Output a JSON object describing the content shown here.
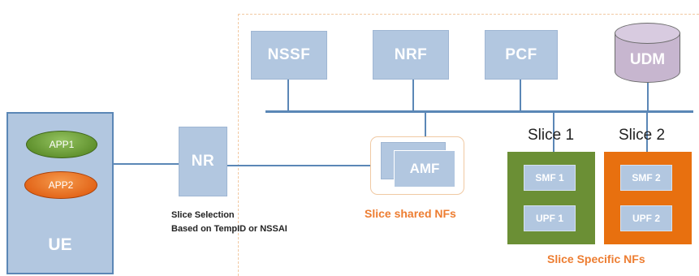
{
  "nfs": {
    "nssf": "NSSF",
    "nrf": "NRF",
    "pcf": "PCF",
    "udm": "UDM"
  },
  "ue": {
    "label": "UE",
    "app1": "APP1",
    "app2": "APP2"
  },
  "nr": {
    "label": "NR",
    "caption_line1": "Slice Selection",
    "caption_line2": "Based on TempID or NSSAI"
  },
  "amf": {
    "label": "AMF",
    "caption": "Slice shared NFs"
  },
  "slices": {
    "slice1": {
      "title": "Slice 1",
      "smf": "SMF 1",
      "upf": "UPF 1"
    },
    "slice2": {
      "title": "Slice 2",
      "smf": "SMF 2",
      "upf": "UPF 2"
    },
    "caption": "Slice Specific NFs"
  },
  "colors": {
    "nf_fill": "#b2c7e0",
    "bus_line": "#5b87b6",
    "slice1": "#6b8f35",
    "slice2": "#e8700f",
    "app1": "#5e8f2c",
    "app2": "#e26317",
    "udm": "#c7b6cf",
    "label_orange": "#ed7d31",
    "boundary_dash": "#f2c9a2"
  }
}
